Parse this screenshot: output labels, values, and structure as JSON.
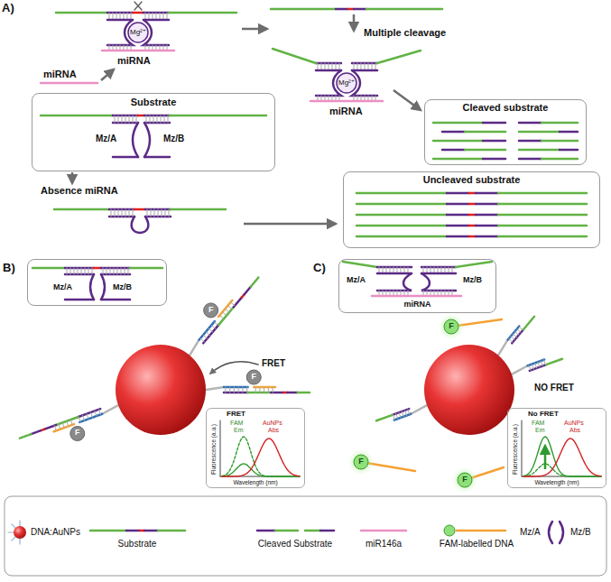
{
  "diagram": {
    "nodes": [
      {
        "text": [
          "Substrate",
          "Mz/A",
          "Mz/B"
        ]
      },
      {
        "text": [
          "Cleaved substrate"
        ]
      },
      {
        "text": [
          "Uncleaved substrate"
        ]
      },
      {
        "text": [
          "Mz/A",
          "Mz/B"
        ]
      },
      {
        "text": [
          "FRET",
          "FAM",
          "Em",
          "AuNPs",
          "Abs",
          "Fluorescence (a.u.)",
          "Wavelength (nm)"
        ]
      },
      {
        "text": [
          "Mz/A",
          "Mz/B",
          "miRNA"
        ]
      },
      {
        "text": [
          "No FRET",
          "FAM",
          "Em",
          "AuNPs",
          "Abs",
          "Fluorescence (a.u.)",
          "Wavelength (nm)"
        ]
      }
    ],
    "labels": [
      "A)",
      "miRNA",
      "Mg²⁺",
      "miRNA",
      "Multiple cleavage",
      "Mg²⁺",
      "miRNA",
      "Absence miRNA",
      "B)",
      "FRET",
      "F",
      "F",
      "F",
      "C)",
      "NO FRET",
      "F",
      "F",
      "F"
    ],
    "legend": [
      {
        "text": "DNA:AuNPs"
      },
      {
        "text": "Substrate"
      },
      {
        "text": "Cleaved Substrate"
      },
      {
        "text": "miR146a"
      },
      {
        "text": "FAM-labelled DNA"
      },
      {
        "text": "Mz/A"
      },
      {
        "text": "Mz/B"
      }
    ]
  }
}
